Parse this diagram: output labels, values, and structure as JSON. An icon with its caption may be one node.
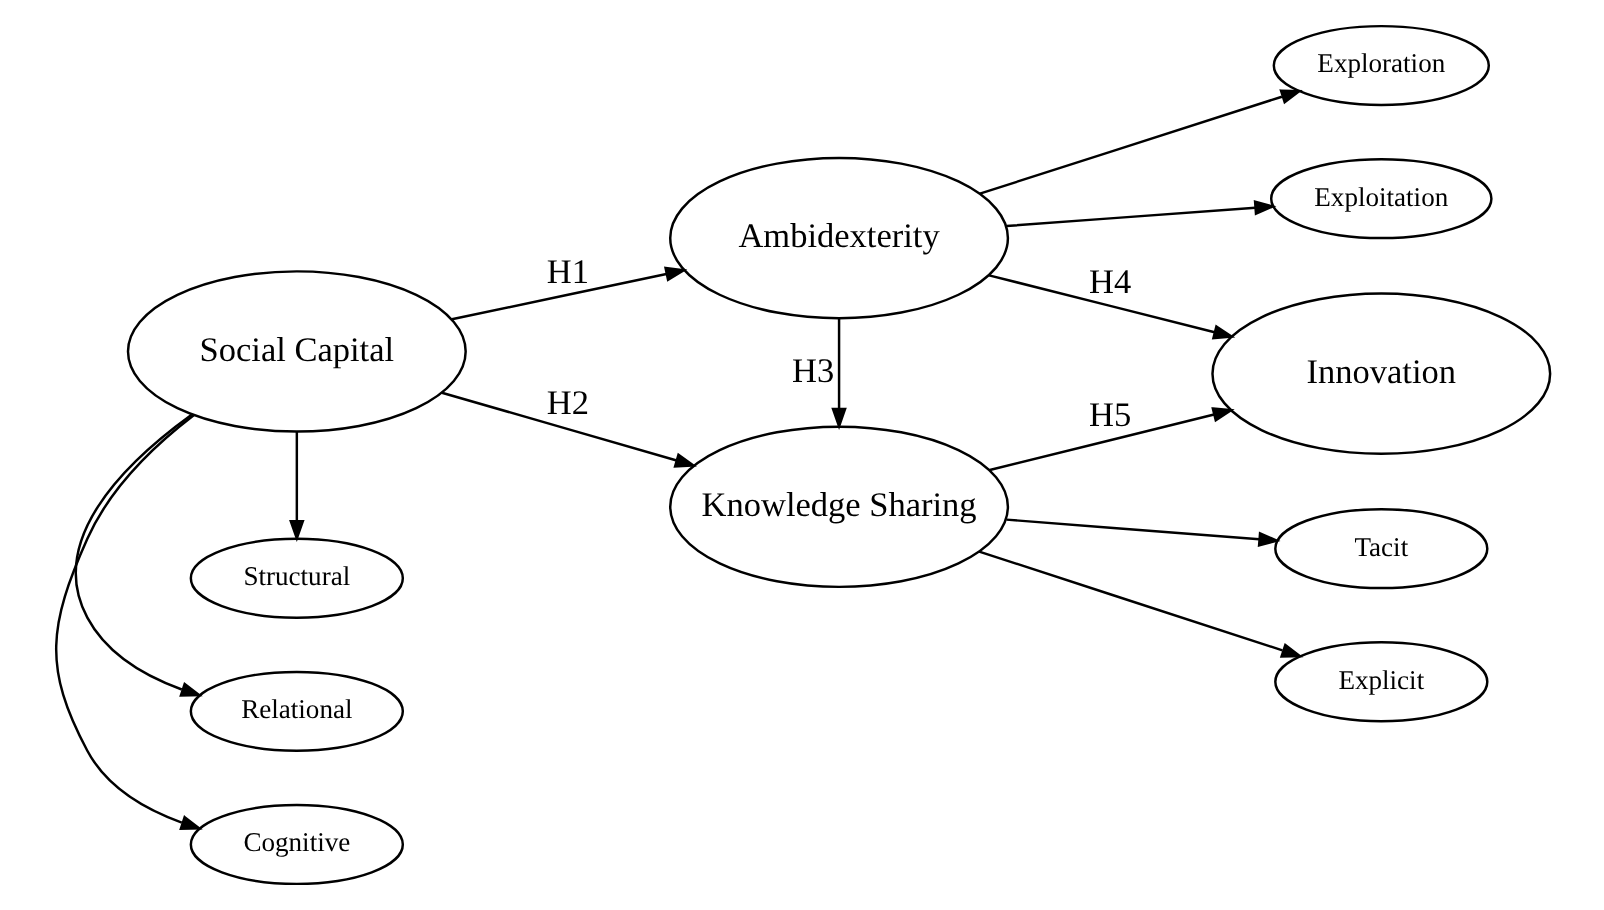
{
  "diagram": {
    "nodes": [
      {
        "text": [
          "Exploration"
        ]
      },
      {
        "text": [
          "Exploitation"
        ]
      },
      {
        "text": [
          "Ambidexterity"
        ]
      },
      {
        "text": [
          "Structural"
        ]
      },
      {
        "text": [
          "Relational"
        ]
      },
      {
        "text": [
          "Cognitive"
        ]
      },
      {
        "text": [
          "Social Capital"
        ]
      },
      {
        "text": [
          "Innovation"
        ]
      },
      {
        "text": [
          "Knowledge Sharing"
        ]
      },
      {
        "text": [
          "Tacit"
        ]
      },
      {
        "text": [
          "Explicit"
        ]
      }
    ],
    "edges": [
      {
        "from": 2,
        "to": 0,
        "arrow": "to"
      },
      {
        "from": 2,
        "to": 1,
        "arrow": "to"
      },
      {
        "from": 6,
        "to": 3,
        "arrow": "to"
      },
      {
        "from": 6,
        "to": 4,
        "arrow": "to"
      },
      {
        "from": 6,
        "to": 5,
        "arrow": "to"
      },
      {
        "from": 6,
        "to": 2,
        "arrow": "to",
        "label": "H1"
      },
      {
        "from": 6,
        "to": 8,
        "arrow": "to",
        "label": "H2"
      },
      {
        "from": 2,
        "to": 8,
        "arrow": "to",
        "label": "H3"
      },
      {
        "from": 2,
        "to": 7,
        "arrow": "to",
        "label": "H4"
      },
      {
        "from": 8,
        "to": 7,
        "arrow": "to",
        "label": "H5"
      },
      {
        "from": 8,
        "to": 9,
        "arrow": "to"
      },
      {
        "from": 8,
        "to": 10,
        "arrow": "to"
      }
    ]
  }
}
